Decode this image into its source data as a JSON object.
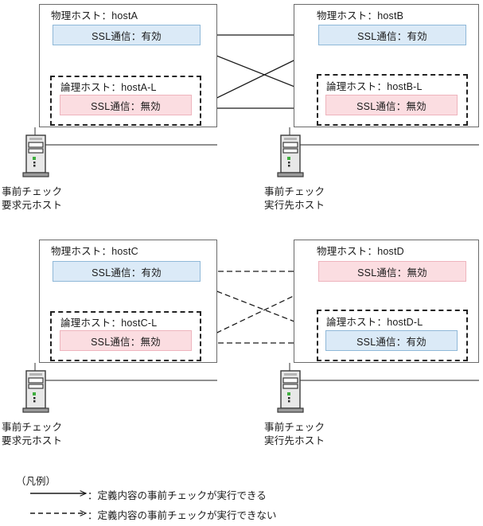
{
  "diagrams": [
    {
      "id": "diagram-success",
      "arrow_style": "solid",
      "source": {
        "physical_title": "物理ホスト：hostA",
        "physical_ssl": "SSL通信：有効",
        "physical_ssl_state": "enabled",
        "logical_title": "論理ホスト：hostA-L",
        "logical_ssl": "SSL通信：無効",
        "logical_ssl_state": "disabled",
        "caption_line1": "事前チェック",
        "caption_line2": "要求元ホスト"
      },
      "target": {
        "physical_title": "物理ホスト：hostB",
        "physical_ssl": "SSL通信：有効",
        "physical_ssl_state": "enabled",
        "logical_title": "論理ホスト：hostB-L",
        "logical_ssl": "SSL通信：無効",
        "logical_ssl_state": "disabled",
        "caption_line1": "事前チェック",
        "caption_line2": "実行先ホスト"
      }
    },
    {
      "id": "diagram-failure",
      "arrow_style": "dashed",
      "source": {
        "physical_title": "物理ホスト：hostC",
        "physical_ssl": "SSL通信：有効",
        "physical_ssl_state": "enabled",
        "logical_title": "論理ホスト：hostC-L",
        "logical_ssl": "SSL通信：無効",
        "logical_ssl_state": "disabled",
        "caption_line1": "事前チェック",
        "caption_line2": "要求元ホスト"
      },
      "target": {
        "physical_title": "物理ホスト：hostD",
        "physical_ssl": "SSL通信：無効",
        "physical_ssl_state": "disabled",
        "logical_title": "論理ホスト：hostD-L",
        "logical_ssl": "SSL通信：有効",
        "logical_ssl_state": "enabled",
        "caption_line1": "事前チェック",
        "caption_line2": "実行先ホスト"
      }
    }
  ],
  "legend": {
    "title": "（凡例）",
    "items": [
      {
        "style": "solid",
        "text": "：定義内容の事前チェックが実行できる"
      },
      {
        "style": "dashed",
        "text": "：定義内容の事前チェックが実行できない"
      }
    ]
  },
  "colors": {
    "ssl_enabled_fill": "#dbeaf7",
    "ssl_enabled_border": "#8fb8d8",
    "ssl_disabled_fill": "#fbdde1",
    "ssl_disabled_border": "#eeb4bd",
    "container_border": "#6b6b6b",
    "logical_border": "#222222",
    "connector": "#1a1a1a",
    "server_led": "#3fae3f"
  },
  "icons": {
    "server": "server-tower-icon",
    "arrow_solid": "arrow-solid-icon",
    "arrow_dashed": "arrow-dashed-icon"
  }
}
